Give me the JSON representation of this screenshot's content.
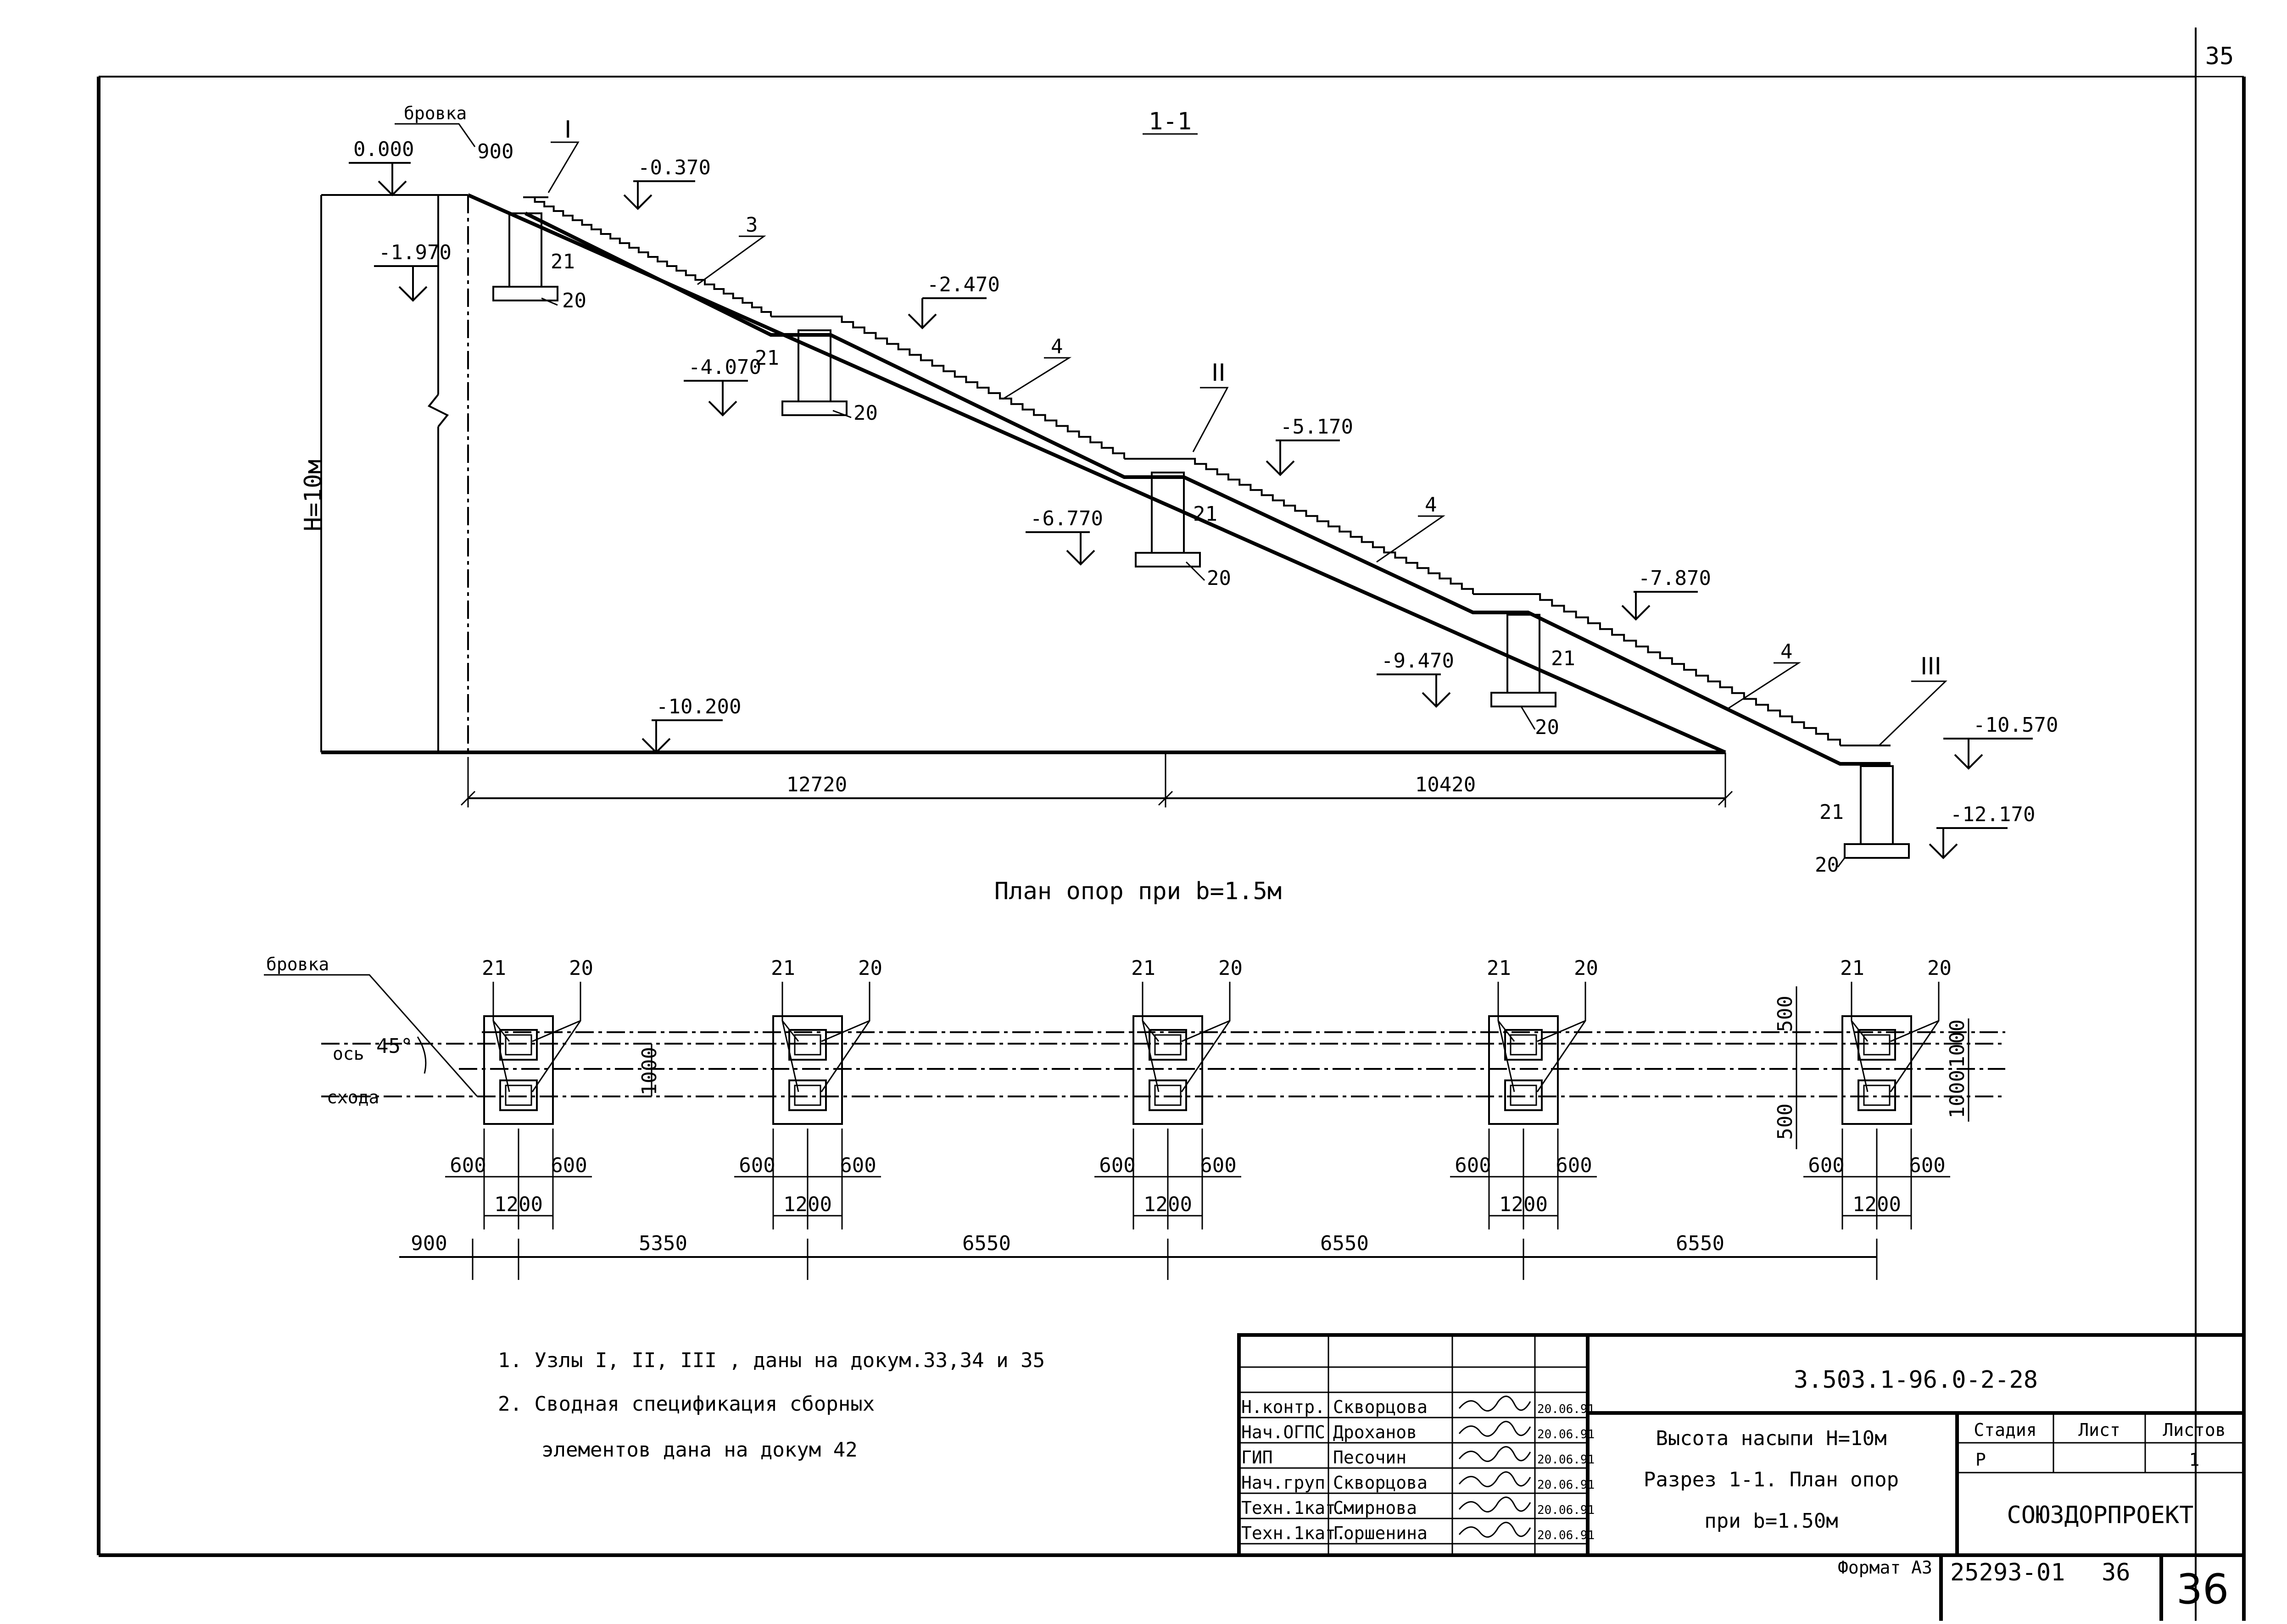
{
  "sheet": {
    "corner_number": "35",
    "page_number": "36",
    "format": "Формат А3",
    "inventory": "25293-01",
    "inventory_page": "36"
  },
  "section": {
    "title": "1-1",
    "edge_label": "бровка",
    "height_label": "H=10м",
    "elevations": [
      "0.000",
      "-0.370",
      "-1.970",
      "-2.470",
      "-4.070",
      "-5.170",
      "-6.770",
      "-7.870",
      "-9.470",
      "-10.200",
      "-10.570",
      "-12.170"
    ],
    "nodes": [
      "I",
      "II",
      "III"
    ],
    "element_labels": {
      "stair": "3",
      "flight": "4",
      "post": "21",
      "footing": "20"
    },
    "dims": [
      "900",
      "12720",
      "10420"
    ]
  },
  "plan": {
    "title": "План опор при b=1.5м",
    "edge_label": "бровка",
    "axis_label_1": "ось",
    "axis_label_2": "схода",
    "angle": "45°",
    "support_labels": [
      "21",
      "20"
    ],
    "dim_center": "1000",
    "dim_right": [
      "500",
      "500",
      "1000",
      "1000"
    ],
    "dim_side": "600",
    "dim_width": "1200",
    "spacing": [
      "900",
      "5350",
      "6550",
      "6550",
      "6550"
    ]
  },
  "notes": [
    "1. Узлы I, II, III , даны на докум.33,34 и 35",
    "2. Сводная спецификация сборных",
    "элементов дана на докум 42"
  ],
  "title_block": {
    "code": "3.503.1-96.0-2-28",
    "roles": [
      "Н.контр.",
      "Нач.ОГПС",
      "ГИП",
      "Нач.груп",
      "Техн.1кат.",
      "Техн.1кат."
    ],
    "names": [
      "Скворцова",
      "Дроханов",
      "Песочин",
      "Скворцова",
      "Смирнова",
      "Горшенина"
    ],
    "dates": [
      "20.06.91",
      "20.06.91",
      "20.06.91",
      "20.06.91",
      "20.06.91",
      "20.06.91"
    ],
    "description_1": "Высота насыпи H=10м",
    "description_2": "Разрез 1-1. План опор",
    "description_3": "при b=1.50м",
    "stage_header": "Стадия",
    "sheet_header": "Лист",
    "sheets_header": "Листов",
    "stage": "Р",
    "sheet_value": "",
    "sheets_value": "1",
    "organization": "СОЮЗДОРПРОЕКТ"
  }
}
